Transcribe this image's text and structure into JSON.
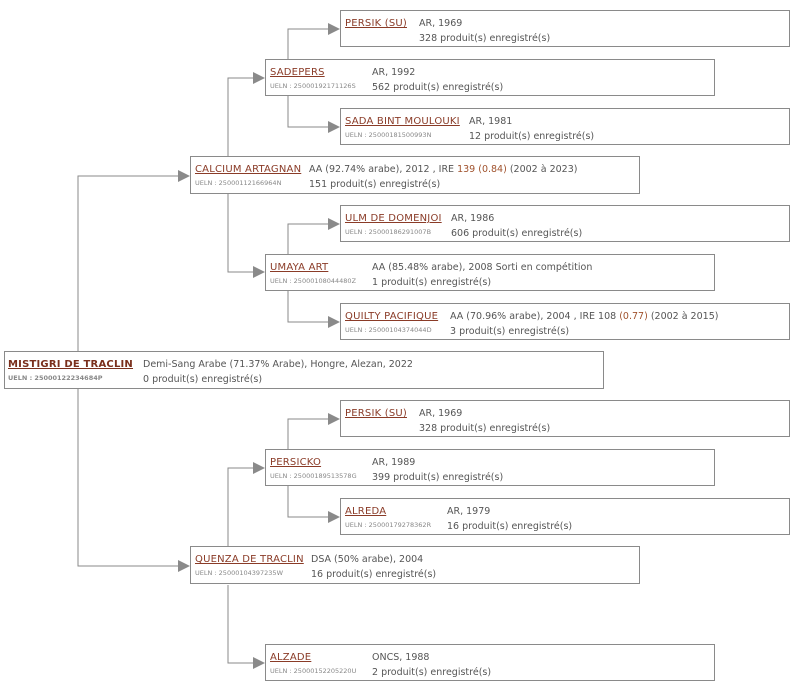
{
  "root": {
    "name": "MISTIGRI DE TRACLIN",
    "ueln": "UELN : 25000122234684P",
    "info": "Demi-Sang Arabe (71.37% Arabe), Hongre, Alezan, 2022",
    "count": "0 produit(s) enregistré(s)"
  },
  "sire": {
    "name": "CALCIUM ARTAGNAN",
    "ueln": "UELN : 25000112166964N",
    "info_pre": "AA (92.74% arabe), 2012 , IRE ",
    "ire": "139",
    "ire_idx": "(0.84)",
    "info_post": " (2002 à 2023)",
    "count": "151 produit(s) enregistré(s)"
  },
  "sire_sire": {
    "name": "SADEPERS",
    "ueln": "UELN : 25000192171126S",
    "info": "AR, 1992",
    "count": "562 produit(s) enregistré(s)"
  },
  "sire_sire_sire": {
    "name": "PERSIK (SU)",
    "info": "AR, 1969",
    "count": "328 produit(s) enregistré(s)"
  },
  "sire_sire_dam": {
    "name": "SADA BINT MOULOUKI",
    "ueln": "UELN : 25000181500993N",
    "info": "AR, 1981",
    "count": "12 produit(s) enregistré(s)"
  },
  "sire_dam": {
    "name": "UMAYA ART",
    "ueln": "UELN : 25000108044480Z",
    "info": "AA (85.48% arabe), 2008 Sorti en compétition",
    "count": "1 produit(s) enregistré(s)"
  },
  "sire_dam_sire": {
    "name": "ULM DE DOMENJOI",
    "ueln": "UELN : 25000186291007B",
    "info": "AR, 1986",
    "count": "606 produit(s) enregistré(s)"
  },
  "sire_dam_dam": {
    "name": "QUILTY PACIFIQUE",
    "ueln": "UELN : 25000104374044D",
    "info_pre": "AA (70.96% arabe), 2004 , IRE 108 ",
    "ire_idx": "(0.77)",
    "info_post": " (2002 à 2015)",
    "count": "3 produit(s) enregistré(s)"
  },
  "dam": {
    "name": "QUENZA DE TRACLIN",
    "ueln": "UELN : 25000104397235W",
    "info": "DSA (50% arabe), 2004",
    "count": "16 produit(s) enregistré(s)"
  },
  "dam_sire": {
    "name": "PERSICKO",
    "ueln": "UELN : 25000189513578G",
    "info": "AR, 1989",
    "count": "399 produit(s) enregistré(s)"
  },
  "dam_sire_sire": {
    "name": "PERSIK (SU)",
    "info": "AR, 1969",
    "count": "328 produit(s) enregistré(s)"
  },
  "dam_sire_dam": {
    "name": "ALREDA",
    "ueln": "UELN : 25000179278362R",
    "info": "AR, 1979",
    "count": "16 produit(s) enregistré(s)"
  },
  "dam_dam": {
    "name": "ALZADE",
    "ueln": "UELN : 25000152205220U",
    "info": "ONCS, 1988",
    "count": "2 produit(s) enregistré(s)"
  },
  "colors": {
    "link": "#8a3b27",
    "line": "#8a8a8a",
    "ire": "#a0522d"
  }
}
